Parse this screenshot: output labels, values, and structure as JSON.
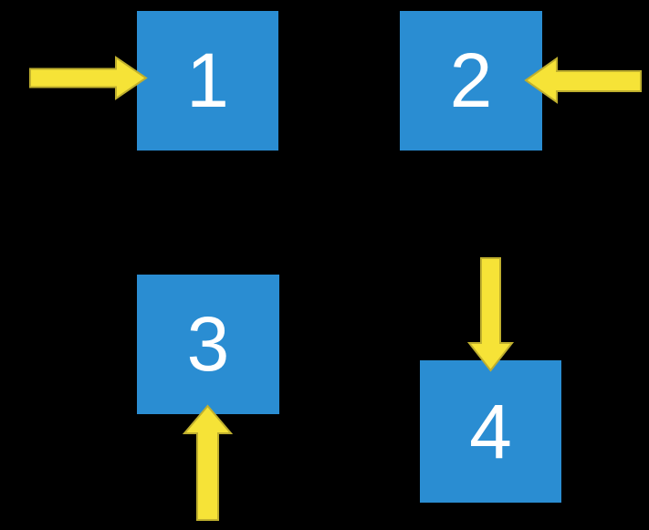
{
  "colors": {
    "background": "#000000",
    "square_fill": "#2A8DD2",
    "square_label": "#FFFFFF",
    "arrow_fill": "#F6E337",
    "arrow_outline": "#BFAF2E"
  },
  "diagram": {
    "description": "Four blue numbered squares, each with a yellow arrow pointing into it",
    "squares": [
      {
        "label": "1",
        "arrow": "right"
      },
      {
        "label": "2",
        "arrow": "left"
      },
      {
        "label": "3",
        "arrow": "up"
      },
      {
        "label": "4",
        "arrow": "down"
      }
    ]
  }
}
